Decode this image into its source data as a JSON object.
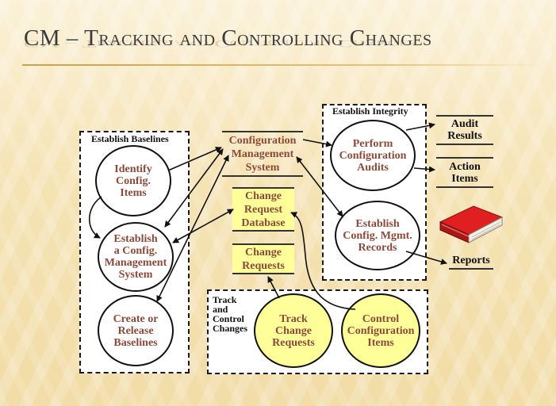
{
  "title": "CM – Tracking and Controlling Changes",
  "groups": {
    "baselines": "Establish Baselines",
    "integrity": "Establish Integrity",
    "track_control": "Track\nand\nControl\nChanges"
  },
  "processes": {
    "identify": "Identify\nConfig.\nItems",
    "establish_cm": "Establish\na Config.\nManagement\nSystem",
    "create_release": "Create or\nRelease\nBaselines",
    "perform_audits": "Perform\nConfiguration\nAudits",
    "establish_records": "Establish\nConfig. Mgmt.\nRecords",
    "track_requests": "Track\nChange\nRequests",
    "control_items": "Control\nConfiguration\nItems"
  },
  "stores": {
    "cms": "Configuration\nManagement\nSystem",
    "cr_database": "Change\nRequest\nDatabase",
    "change_requests": "Change\nRequests"
  },
  "outputs": {
    "audit_results": "Audit\nResults",
    "action_items": "Action\nItems",
    "reports": "Reports"
  },
  "icons": {
    "reports": "red-book-icon"
  },
  "colors": {
    "process_text": "#8a4a3a",
    "highlight_fill": "#ffff99",
    "book_red": "#d11a1a"
  }
}
